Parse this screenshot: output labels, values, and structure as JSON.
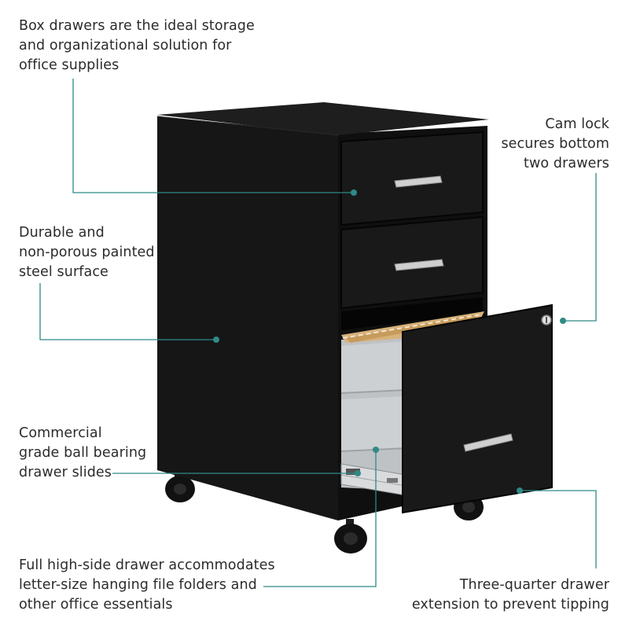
{
  "callouts": {
    "box_drawers": [
      "Box drawers are the ideal storage",
      "and organizational solution for",
      "office supplies"
    ],
    "cam_lock": [
      "Cam lock",
      "secures bottom",
      "two drawers"
    ],
    "steel": [
      "Durable and",
      "non-porous painted",
      "steel surface"
    ],
    "slides": [
      "Commercial",
      "grade ball bearing",
      "drawer slides"
    ],
    "high_side": [
      "Full high-side drawer accommodates",
      "letter-size hanging file folders and",
      "other office essentials"
    ],
    "extension": [
      "Three-quarter drawer",
      "extension to prevent tipping"
    ]
  },
  "colors": {
    "leader": "#2f8a86",
    "cabinet": "#141414",
    "cabinet_edge": "#0a0a0a",
    "handle": "#c9c9c9",
    "interior": "#c4c7ca",
    "folder": "#d7b27a",
    "text": "#2b2b2b"
  }
}
